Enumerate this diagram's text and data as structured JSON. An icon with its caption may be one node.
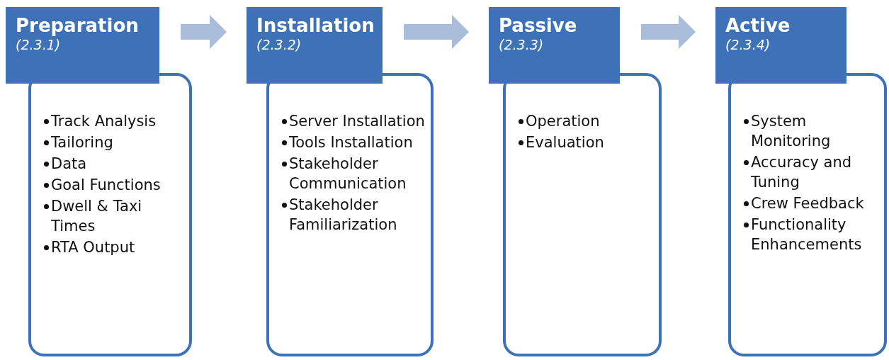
{
  "diagram": {
    "nodes": [
      {
        "text": [
          "Preparation",
          "(2.3.1)"
        ]
      },
      {
        "text": [
          "Track Analysis",
          "Tailoring",
          "Data",
          "Goal Functions",
          "Dwell & Taxi Times",
          "RTA Output"
        ]
      },
      {
        "text": [
          "Installation",
          "(2.3.2)"
        ]
      },
      {
        "text": [
          "Server Installation",
          "Tools Installation",
          "Stakeholder Communication",
          "Stakeholder Familiarization"
        ]
      },
      {
        "text": [
          "Passive",
          "(2.3.3)"
        ]
      },
      {
        "text": [
          "Operation",
          "Evaluation"
        ]
      },
      {
        "text": [
          "Active",
          "(2.3.4)"
        ]
      },
      {
        "text": [
          "System Monitoring",
          "Accuracy and Tuning",
          "Crew Feedback",
          "Functionality Enhancements"
        ]
      }
    ],
    "edges": [
      {
        "from": 0,
        "to": 2,
        "arrow": "to"
      },
      {
        "from": 2,
        "to": 4,
        "arrow": "to"
      },
      {
        "from": 4,
        "to": 6,
        "arrow": "to"
      }
    ]
  }
}
